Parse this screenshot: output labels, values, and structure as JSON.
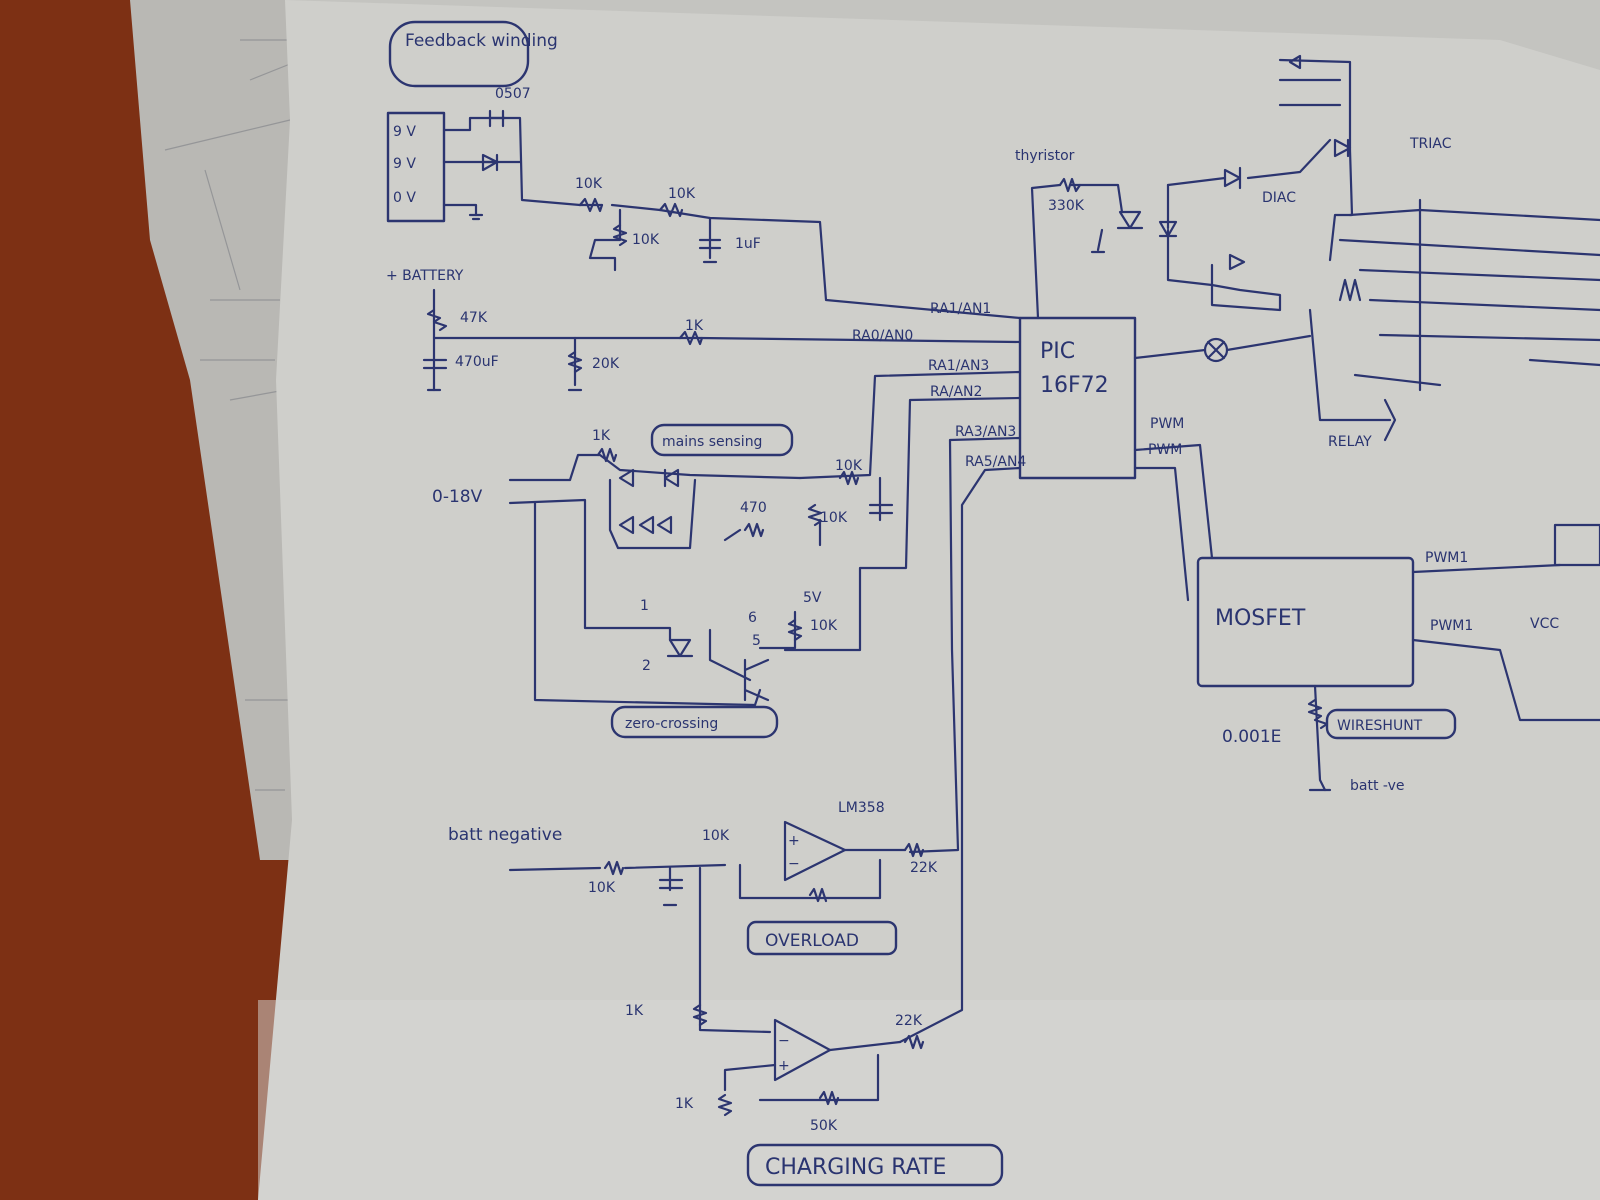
{
  "labels": {
    "feedback_winding": "Feedback winding",
    "feedback_num": "0507",
    "v9a": "9 V",
    "v9b": "9 V",
    "v0": "0 V",
    "r10k_a": "10K",
    "r10k_b": "10K",
    "r10k_c": "10K",
    "cap1uf": "1uF",
    "battery_plus": "+ BATTERY",
    "r47k": "47K",
    "c470uf": "470uF",
    "r1k_a": "1K",
    "r20k": "20K",
    "ra0": "RA0/AN0",
    "ra1": "RA1/AN1",
    "ra1b": "RA1/AN3",
    "ra2": "RA/AN2",
    "ra3": "RA3/AN3",
    "ra5": "RA5/AN4",
    "pic": "PIC",
    "pic_model": "16F72",
    "thyristor": "thyristor",
    "r330k": "330K",
    "triac": "TRIAC",
    "diac": "DIAC",
    "relay": "RELAY",
    "mains_sensing": "mains sensing",
    "r1k_b": "1K",
    "v018": "0-18V",
    "r10k_d": "10K",
    "r470": "470",
    "r10k_e": "10K",
    "v5": "5V",
    "r10k_f": "10K",
    "pin1": "1",
    "pin2": "2",
    "pin6": "6",
    "pin5": "5",
    "zero_crossing": "zero-crossing",
    "pwm1": "PWM",
    "pwm2": "PWM",
    "mosfet": "MOSFET",
    "pwm_out1": "PWM1",
    "pwm_out2": "PWM1",
    "vcc": "VCC",
    "r0001": "0.001E",
    "wire_shunt": "WIRESHUNT",
    "batt_neg_out": "batt -ve",
    "batt_negative": "batt negative",
    "r10k_g": "10K",
    "r10k_h": "10K",
    "lm358": "LM358",
    "r22k_a": "22K",
    "overload": "OVERLOAD",
    "r1k_c": "1K",
    "r22k_b": "22K",
    "r1k_d": "1K",
    "r50k": "50K",
    "charging_rate": "CHARGING RATE"
  }
}
